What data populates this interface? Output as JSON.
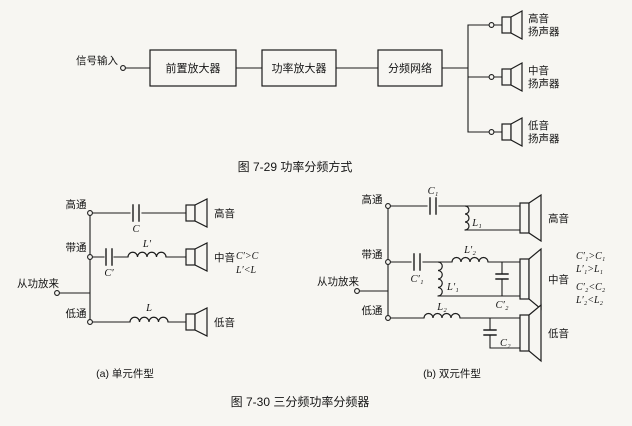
{
  "fig29": {
    "caption": "图 7-29  功率分频方式",
    "input_label": "信号输入",
    "blocks": {
      "pre": "前置放大器",
      "power": "功率放大器",
      "crossover": "分频网络"
    },
    "speakers": {
      "high1": "高音",
      "high2": "扬声器",
      "mid1": "中音",
      "mid2": "扬声器",
      "low1": "低音",
      "low2": "扬声器"
    }
  },
  "fig30": {
    "caption": "图 7-30  三分频功率分频器",
    "a": {
      "caption": "(a) 单元件型",
      "highpass": "高通",
      "bandpass": "带通",
      "lowpass": "低通",
      "from_amp": "从功放来",
      "cap_c": "C",
      "cap_cp": "C′",
      "coil_lp": "L′",
      "coil_l": "L",
      "spk_high": "高音",
      "spk_mid": "中音",
      "spk_low": "低音",
      "note1": "C′>C",
      "note2": "L′<L"
    },
    "b": {
      "caption": "(b) 双元件型",
      "highpass": "高通",
      "bandpass": "带通",
      "lowpass": "低通",
      "from_amp": "从功放来",
      "c1": "C₁",
      "l1": "L₁",
      "c1p": "C′₁",
      "l1p": "L′₁",
      "l2p": "L′₂",
      "c2p": "C′₂",
      "l2": "L₂",
      "c2": "C₂",
      "spk_high": "高音",
      "spk_mid": "中音",
      "spk_low": "低音",
      "note1": "C′₁>C₁",
      "note2": "L′₁>L₁",
      "note3": "C′₂<C₂",
      "note4": "L′₂<L₂"
    }
  }
}
